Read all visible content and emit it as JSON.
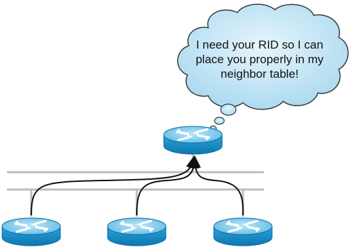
{
  "thought_bubble": {
    "lines": [
      "I need your RID so I can",
      "place you properly in my",
      "neighbor table!"
    ]
  },
  "colors": {
    "cloud_fill": "#c2e4f5",
    "cloud_stroke": "#3a3a3a",
    "router_top": "#8fd0ee",
    "router_side": "#1b8fc9",
    "router_edge": "#0d6ea3",
    "lan_line": "#bdbdbd",
    "arrow": "#111111"
  },
  "icons": {
    "center_router": "router-icon",
    "left_router": "router-icon",
    "middle_router": "router-icon",
    "right_router": "router-icon"
  }
}
